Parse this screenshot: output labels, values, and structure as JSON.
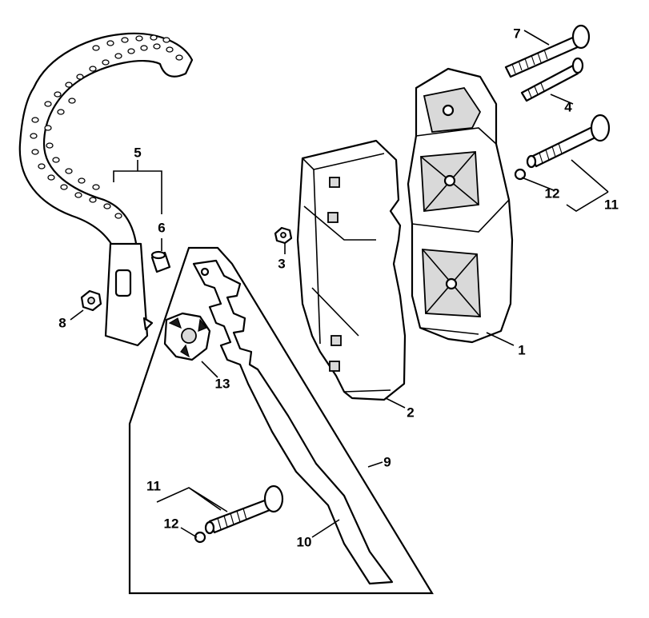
{
  "diagram": {
    "callouts": [
      {
        "id": "c1",
        "text": "1"
      },
      {
        "id": "c2",
        "text": "2"
      },
      {
        "id": "c3",
        "text": "3"
      },
      {
        "id": "c4",
        "text": "4"
      },
      {
        "id": "c5",
        "text": "5"
      },
      {
        "id": "c6",
        "text": "6"
      },
      {
        "id": "c7",
        "text": "7"
      },
      {
        "id": "c8",
        "text": "8"
      },
      {
        "id": "c9",
        "text": "9"
      },
      {
        "id": "c10",
        "text": "10"
      },
      {
        "id": "c11a",
        "text": "11"
      },
      {
        "id": "c12a",
        "text": "12"
      },
      {
        "id": "c11b",
        "text": "11"
      },
      {
        "id": "c12b",
        "text": "12"
      },
      {
        "id": "c13",
        "text": "13"
      }
    ]
  }
}
